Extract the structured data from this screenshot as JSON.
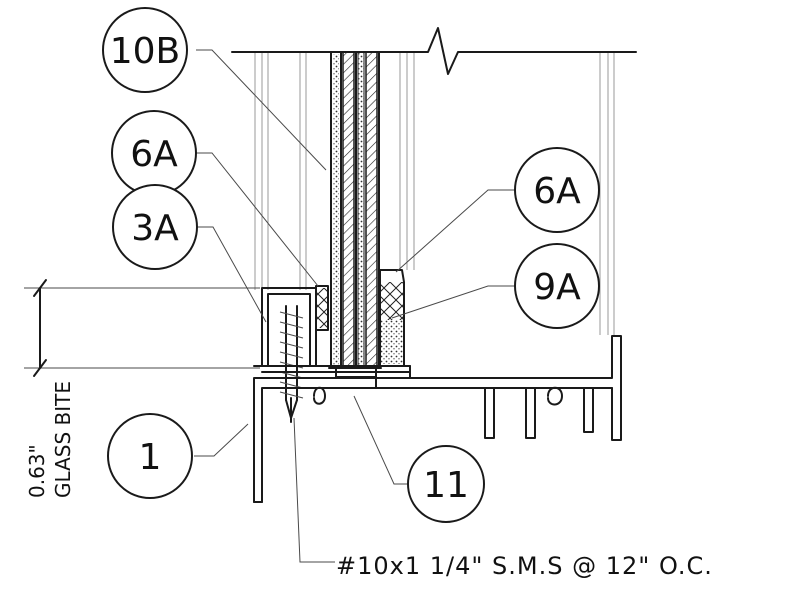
{
  "callouts": {
    "c10b": "10B",
    "c6a_left": "6A",
    "c3a": "3A",
    "c6a_right": "6A",
    "c9a": "9A",
    "c1": "1",
    "c11": "11"
  },
  "dimension": {
    "value": "0.63\"",
    "label": "GLASS BITE"
  },
  "note": "#10x1 1/4\" S.M.S @ 12\" O.C."
}
